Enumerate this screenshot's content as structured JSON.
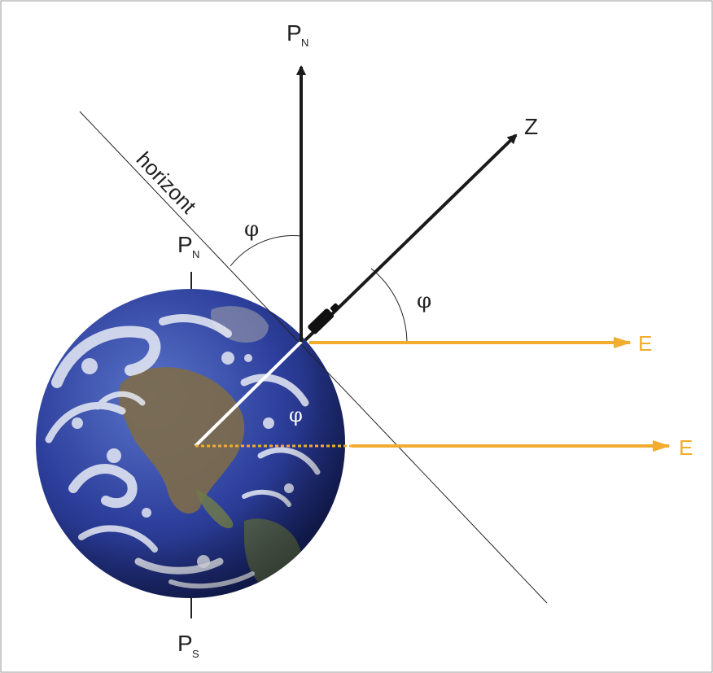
{
  "labels": {
    "pole_north_letter": "P",
    "pole_north_sub": "N",
    "pole_south_letter": "P",
    "pole_south_sub": "S",
    "zenith": "Z",
    "horizon": "horizont",
    "east": "E",
    "latitude": "φ"
  },
  "colors": {
    "east_arrow": "#f2ac2e",
    "axis_arrow": "#1a1a1a",
    "ocean": "#2b3f9a",
    "cloud": "#e8ecf5",
    "land": "#7a6a48"
  },
  "icons": {
    "earth": "globe-icon",
    "telescope": "telescope-icon"
  }
}
